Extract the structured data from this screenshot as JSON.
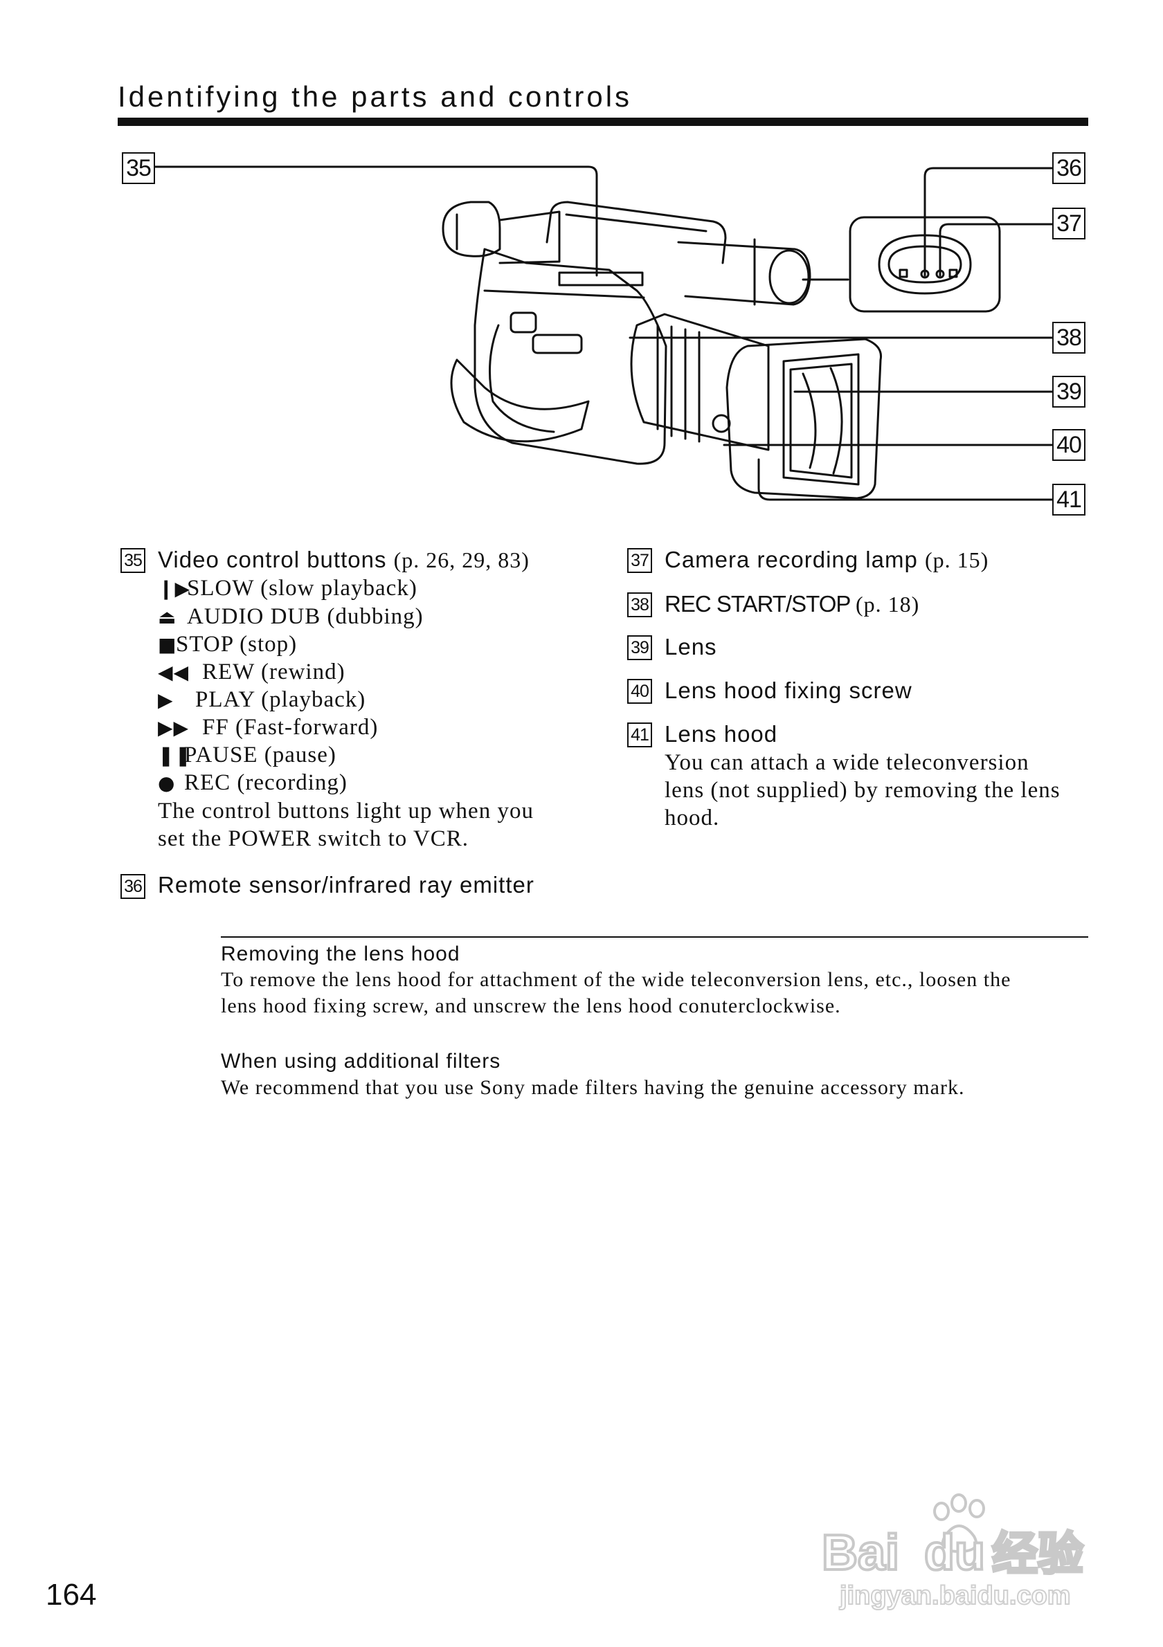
{
  "header": {
    "title": "Identifying the parts and controls"
  },
  "diagram": {
    "callouts": [
      "35",
      "36",
      "37",
      "38",
      "39",
      "40",
      "41"
    ]
  },
  "left_column": {
    "item35": {
      "num": "35",
      "label": "Video control buttons",
      "ref": "(p. 26, 29, 83)",
      "controls": [
        {
          "icon": "slow-icon",
          "glyph": "❙▶",
          "text": "SLOW (slow playback)"
        },
        {
          "icon": "audio-dub-icon",
          "glyph": "⏏",
          "text": "AUDIO DUB (dubbing)"
        },
        {
          "icon": "stop-icon",
          "glyph": "■",
          "text": "STOP (stop)"
        },
        {
          "icon": "rewind-icon",
          "glyph": "◀◀",
          "text": "REW (rewind)"
        },
        {
          "icon": "play-icon",
          "glyph": "▶",
          "text": "PLAY (playback)"
        },
        {
          "icon": "fast-forward-icon",
          "glyph": "▶▶",
          "text": "FF (Fast-forward)"
        },
        {
          "icon": "pause-icon",
          "glyph": "❚❚",
          "text": "PAUSE (pause)"
        },
        {
          "icon": "record-icon",
          "glyph": "●",
          "text": "REC (recording)"
        }
      ],
      "desc_1": "The control buttons light up when you",
      "desc_2": "set the POWER switch to VCR."
    },
    "item36": {
      "num": "36",
      "label": "Remote sensor/infrared ray emitter"
    }
  },
  "right_column": {
    "item37": {
      "num": "37",
      "label": "Camera recording lamp",
      "ref": "(p. 15)"
    },
    "item38": {
      "num": "38",
      "label": "REC START/STOP",
      "ref": "(p. 18)"
    },
    "item39": {
      "num": "39",
      "label": "Lens"
    },
    "item40": {
      "num": "40",
      "label": "Lens hood fixing screw"
    },
    "item41": {
      "num": "41",
      "label": "Lens hood",
      "desc_1": "You can attach a wide teleconversion",
      "desc_2": "lens (not supplied) by removing the lens",
      "desc_3": "hood."
    }
  },
  "notes": {
    "removing": {
      "title": "Removing the lens hood",
      "body_1": "To remove the lens hood for attachment of the wide teleconversion lens, etc., loosen the",
      "body_2": "lens hood fixing screw, and unscrew the lens hood conuterclockwise."
    },
    "filters": {
      "title": "When using additional filters",
      "body_1": "We recommend that you use Sony made filters having the genuine accessory mark."
    }
  },
  "page_number": "164",
  "watermark": {
    "text_1": "Bai",
    "text_2": "du",
    "text_3": "经验",
    "url": "jingyan.baidu.com"
  }
}
